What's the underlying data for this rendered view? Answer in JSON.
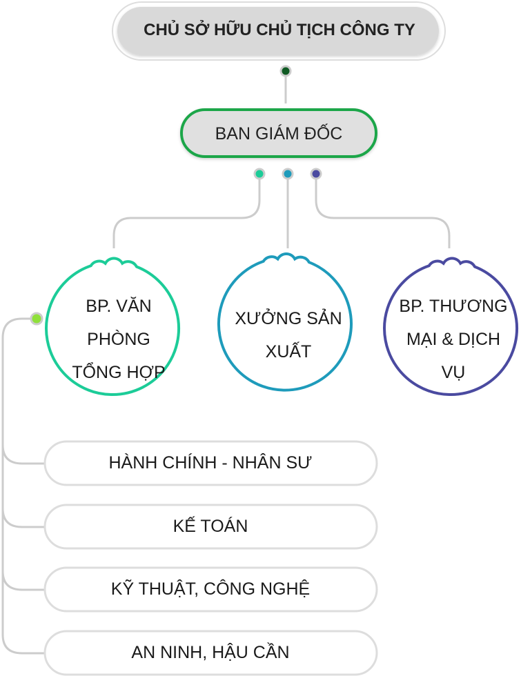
{
  "owner": {
    "title": "CHỦ SỞ HỮU CHỦ TỊCH CÔNG TY"
  },
  "management": {
    "title": "BAN GIÁM ĐỐC"
  },
  "departments": [
    {
      "label": "BP. VĂN PHÒNG TỔNG HỢP",
      "color": "#1ccc98"
    },
    {
      "label": "XƯỞNG SẢN XUẤT",
      "color": "#1e9bbb"
    },
    {
      "label": "BP. THƯƠNG MẠI & DỊCH VỤ",
      "color": "#4a4aa0"
    }
  ],
  "sub_units": [
    {
      "label": "HÀNH CHÍNH - NHÂN SƯ"
    },
    {
      "label": "KẾ TOÁN"
    },
    {
      "label": "KỸ THUẬT, CÔNG NGHỆ"
    },
    {
      "label": "AN NINH, HẬU CẦN"
    }
  ],
  "colors": {
    "owner_box": "#d9d9d9",
    "management_border": "#1ea64a",
    "connector": "#cccccc",
    "owner_dot": "#0f5a23",
    "sub_dot": "#8fe03a"
  }
}
